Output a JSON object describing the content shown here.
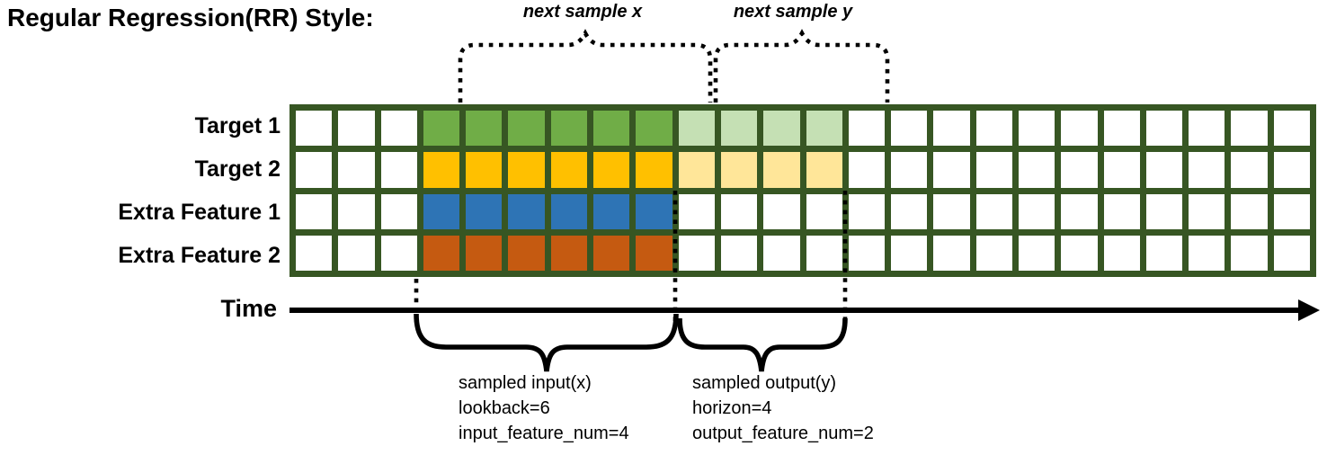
{
  "title": "Regular Regression(RR) Style:",
  "top_annotations": {
    "next_sample_x": "next sample x",
    "next_sample_y": "next sample y"
  },
  "grid": {
    "columns": 24,
    "input_start_col": 3,
    "input_cols": 6,
    "output_cols": 4,
    "border_color": "#375623",
    "cell_color": "#FFFFFF",
    "rows": [
      {
        "label": "Target 1",
        "input_color": "#70AD47",
        "output_color": "#C5E0B4"
      },
      {
        "label": "Target 2",
        "input_color": "#FFC000",
        "output_color": "#FFE699"
      },
      {
        "label": "Extra Feature 1",
        "input_color": "#2E74B5",
        "output_color": "#FFFFFF"
      },
      {
        "label": "Extra Feature 2",
        "input_color": "#C55A11",
        "output_color": "#FFFFFF"
      }
    ]
  },
  "time_axis": {
    "label": "Time"
  },
  "brace_labels": {
    "input": {
      "lines": [
        "sampled input(x)",
        "lookback=6",
        "input_feature_num=4"
      ]
    },
    "output": {
      "lines": [
        "sampled output(y)",
        "horizon=4",
        "output_feature_num=2"
      ]
    }
  },
  "annotation_color": "#000000"
}
